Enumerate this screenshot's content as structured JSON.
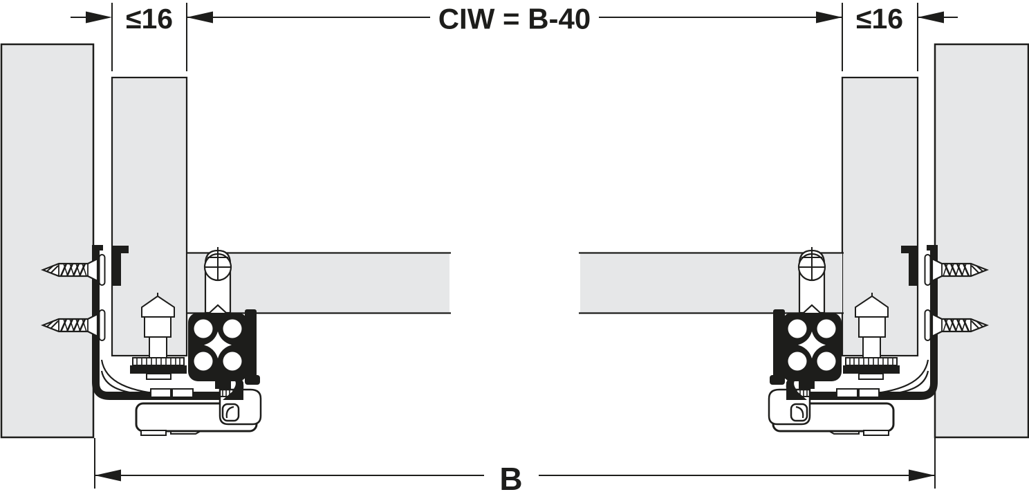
{
  "labels": {
    "left_gap": "≤16",
    "ciw": "CIW = B-40",
    "right_gap": "≤16",
    "width_b": "B"
  },
  "colors": {
    "background": "#ffffff",
    "panel_fill": "#e6e7e8",
    "line": "#1d1d1b"
  }
}
